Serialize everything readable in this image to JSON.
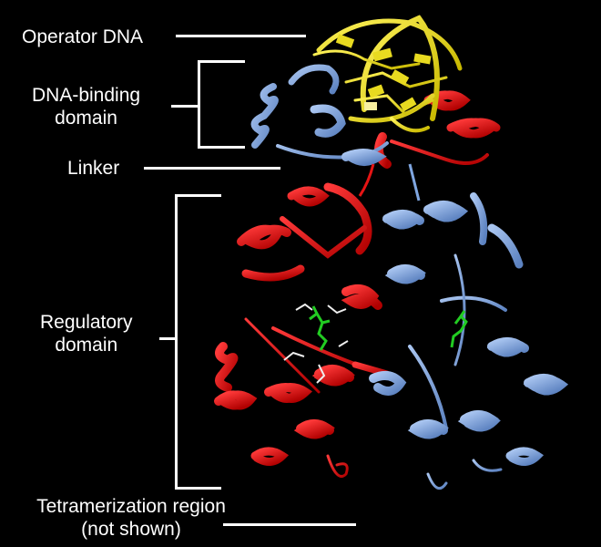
{
  "labels": {
    "operator_dna": "Operator DNA",
    "dna_binding_domain_line1": "DNA-binding",
    "dna_binding_domain_line2": "domain",
    "linker": "Linker",
    "regulatory_domain_line1": "Regulatory",
    "regulatory_domain_line2": "domain",
    "tetramerization_line1": "Tetramerization region",
    "tetramerization_line2": "(not shown)"
  },
  "colors": {
    "background": "#000000",
    "dna": "#f2e61a",
    "chain_a": "#e51414",
    "chain_b": "#7fa6e0",
    "ligand": "#22cc22",
    "side_chain": "#f0f0f0",
    "annotation": "#ffffff"
  }
}
